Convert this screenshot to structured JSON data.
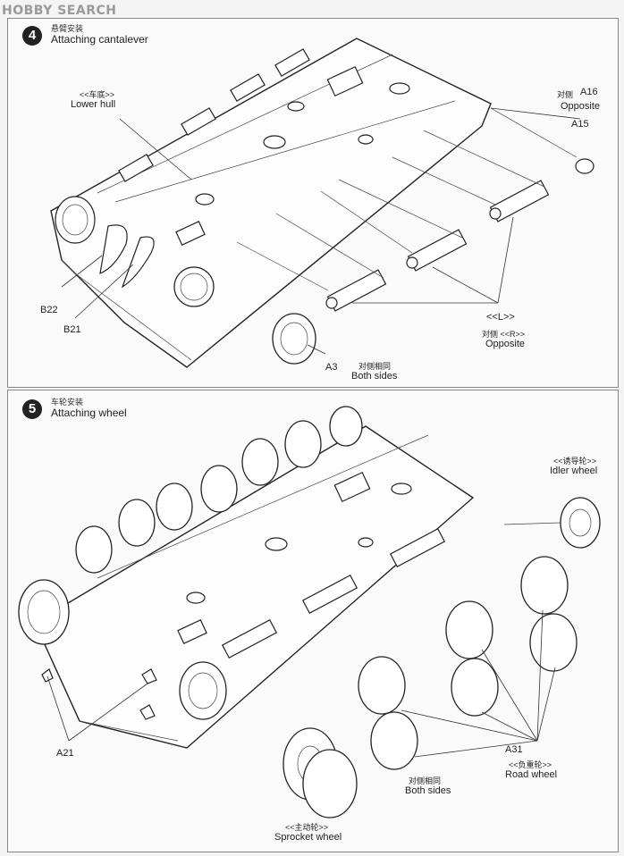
{
  "watermark": "HOBBY SEARCH",
  "step4": {
    "number": "4",
    "title_cn": "悬臂安装",
    "title_en": "Attaching cantalever",
    "labels": {
      "lower_hull_cn": "<<车底>>",
      "lower_hull_en": "Lower hull",
      "a16_prefix": "对侧",
      "a16": "A16",
      "a16_opposite": "Opposite",
      "a15": "A15",
      "b22": "B22",
      "b21": "B21",
      "a3": "A3",
      "a3_cn": "对侧相同",
      "a3_en": "Both sides",
      "lr": "<<L>>",
      "r_cn": "对侧 <<R>>",
      "r_en": "Opposite"
    }
  },
  "step5": {
    "number": "5",
    "title_cn": "车轮安装",
    "title_en": "Attaching wheel",
    "labels": {
      "idler_cn": "<<诱导轮>>",
      "idler_en": "Idler wheel",
      "a21": "A21",
      "a31": "A31",
      "road_cn": "<<负重轮>>",
      "road_en": "Road wheel",
      "both_cn": "对侧相同",
      "both_en": "Both sides",
      "sprocket_cn": "<<主动轮>>",
      "sprocket_en": "Sprocket wheel"
    }
  }
}
